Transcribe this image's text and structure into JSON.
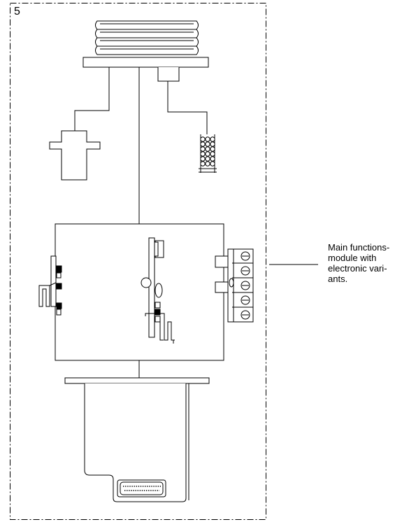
{
  "step": {
    "number": "5"
  },
  "callout": {
    "lines": [
      "Main functions-",
      "module with",
      "electronic vari-",
      "ants."
    ]
  },
  "colors": {
    "line": "#000000",
    "background": "#ffffff"
  }
}
